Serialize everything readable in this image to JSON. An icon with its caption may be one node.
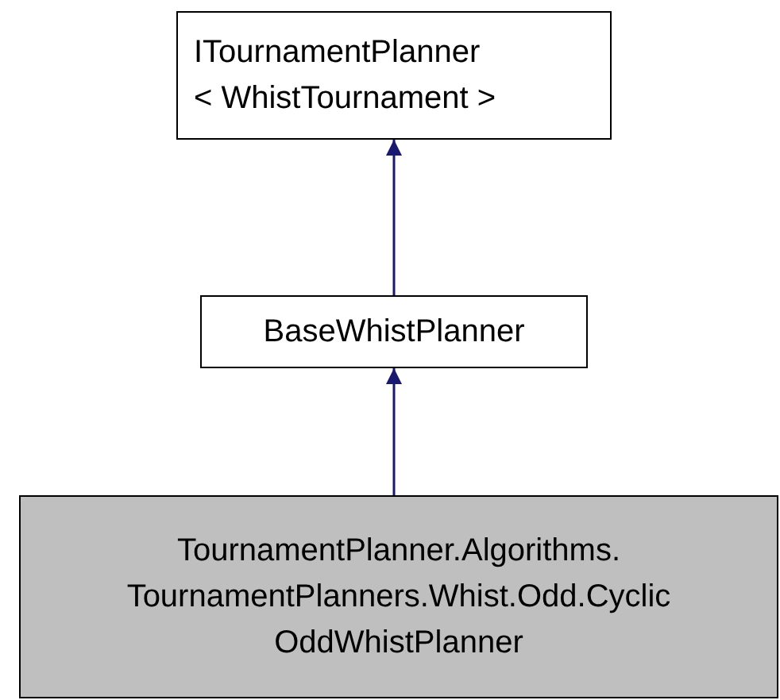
{
  "diagram": {
    "nodes": [
      {
        "text": [
          "ITournamentPlanner < WhistTournament >"
        ]
      },
      {
        "text": [
          "BaseWhistPlanner"
        ]
      },
      {
        "text": [
          "TournamentPlanner.Algorithms. TournamentPlanners.Whist.Odd.Cyclic OddWhistPlanner"
        ]
      }
    ],
    "edges": [
      {
        "from": 1,
        "to": 0,
        "arrow": "to"
      },
      {
        "from": 2,
        "to": 1,
        "arrow": "to"
      }
    ]
  }
}
